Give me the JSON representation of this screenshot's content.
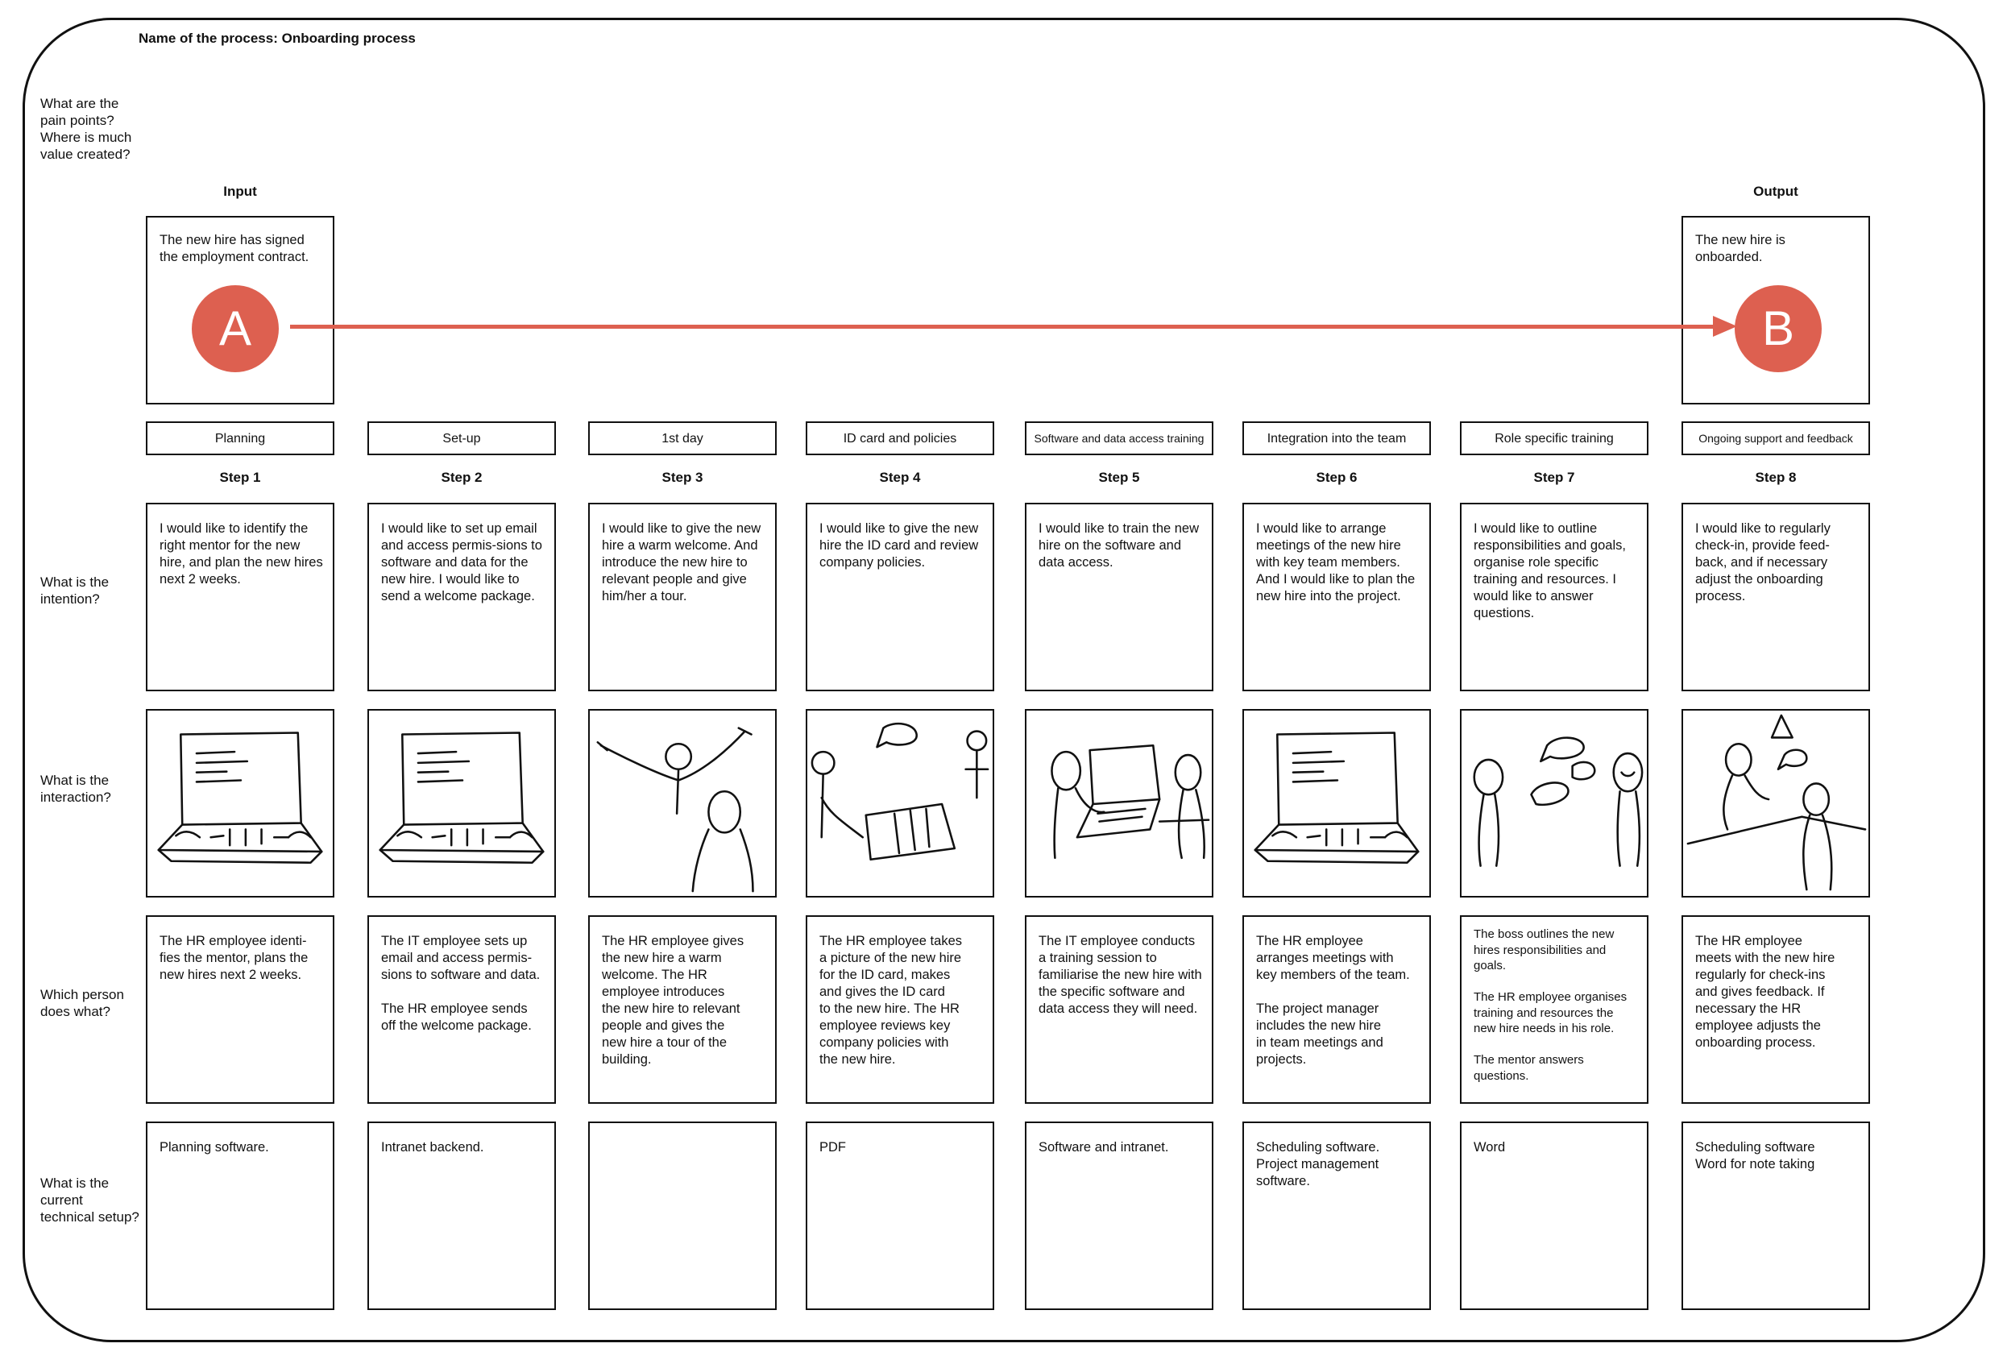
{
  "title": "Name of the process: Onboarding process",
  "row_labels": {
    "pain_points": "What are the\npain points?\nWhere is much\nvalue created?",
    "intention": "What is the\nintention?",
    "interaction": "What is the\ninteraction?",
    "person": "Which person\ndoes what?",
    "technical": "What is the\ncurrent\ntechnical setup?"
  },
  "input": {
    "heading": "Input",
    "text": "The new hire has signed the employment contract.",
    "marker": "A"
  },
  "output": {
    "heading": "Output",
    "text": "The new hire is onboarded.",
    "marker": "B"
  },
  "accent_color": "#dd6050",
  "steps": [
    {
      "phase": "Planning",
      "label": "Step 1",
      "intention": "I would like to identify the right mentor for the new hire, and plan the new hires next 2 weeks.",
      "sketch": "laptop-sketch",
      "person": "The HR employee identi-\nfies the mentor, plans the\nnew hires next 2 weeks.",
      "technical": "Planning software."
    },
    {
      "phase": "Set-up",
      "label": "Step 2",
      "intention": "I would like to set up email and access permis-sions to software and data for the new hire. I would like to send a welcome package.",
      "sketch": "laptop-sketch",
      "person": "The IT employee sets up\nemail and access permis-\nsions to software and data.\n\nThe HR employee sends\noff the welcome package.",
      "technical": "Intranet backend."
    },
    {
      "phase": "1st day",
      "label": "Step 3",
      "intention": "I would like to give the new hire a warm welcome. And introduce the new hire to relevant people and give him/her a tour.",
      "sketch": "welcome-sketch",
      "person": "The HR employee gives\nthe new hire a warm\nwelcome. The HR\nemployee introduces\nthe new hire to relevant\npeople and gives the\nnew hire a tour of the\nbuilding.",
      "technical": ""
    },
    {
      "phase": "ID card and policies",
      "label": "Step 4",
      "intention": "I would like to give the new hire the ID card and review company policies.",
      "sketch": "id-card-sketch",
      "person": "The HR employee takes\na picture of the new hire\nfor the ID card, makes\nand gives the ID card\nto the new hire. The HR\nemployee reviews key\ncompany policies with\nthe new hire.",
      "technical": "PDF"
    },
    {
      "phase": "Software and data access training",
      "label": "Step 5",
      "intention": "I would like to train the new hire on the software and data access.",
      "sketch": "training-sketch",
      "person": "The IT employee conducts\na training session to\nfamiliarise the new hire with\nthe specific software and\ndata access they will need.",
      "technical": "Software and intranet."
    },
    {
      "phase": "Integration into the team",
      "label": "Step 6",
      "intention": "I would like to arrange meetings of the new hire with key team members. And I would like to plan the new hire into the project.",
      "sketch": "laptop-sketch",
      "person": "The HR employee\narranges meetings with\nkey members of the team.\n\nThe project manager\nincludes the new hire\nin team meetings and\nprojects.",
      "technical": "Scheduling software.\nProject management\nsoftware."
    },
    {
      "phase": "Role specific training",
      "label": "Step 7",
      "intention": "I would like to outline responsibilities and goals, organise role specific training and resources. I would like to answer questions.",
      "sketch": "conversation-sketch",
      "person": "The boss outlines the new\nhires responsibilities and\ngoals.\n\nThe HR employee organises\ntraining and resources the\nnew hire needs in his role.\n\nThe mentor answers\nquestions.",
      "technical": "Word"
    },
    {
      "phase": "Ongoing support and feedback",
      "label": "Step 8",
      "intention": "I would like to regularly check-in, provide feed-back, and if necessary adjust the onboarding process.",
      "sketch": "meeting-sketch",
      "person": "The HR employee\nmeets with the new hire\nregularly for check-ins\nand gives feedback. If\nnecessary the HR\nemployee adjusts the\nonboarding process.",
      "technical": "Scheduling software\nWord for note taking"
    }
  ]
}
